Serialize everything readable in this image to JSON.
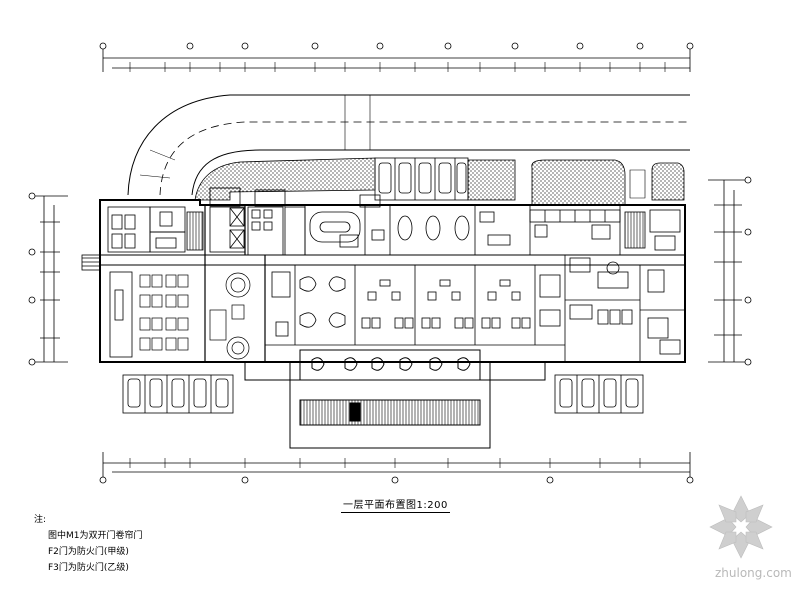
{
  "drawing": {
    "title": "一层平面布置图1:200"
  },
  "notes": {
    "lead": "注:",
    "lines": [
      "图中M1为双开门卷帘门",
      "F2门为防火门(甲级)",
      "F3门为防火门(乙级)"
    ]
  },
  "watermark": {
    "text": "zhulong.com",
    "logo": "zhulong-logo-icon"
  },
  "colors": {
    "line": "#000000",
    "watermark": "#b9b9b9"
  }
}
